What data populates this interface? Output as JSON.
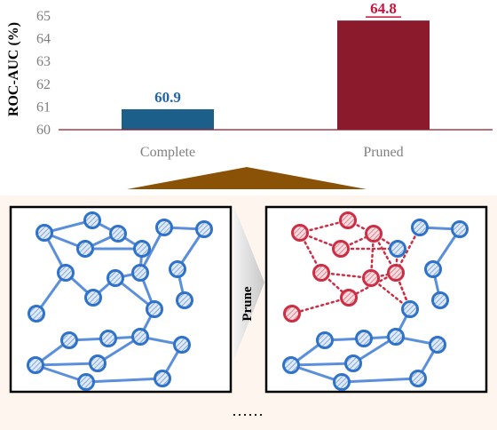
{
  "chart_data": {
    "type": "bar",
    "categories": [
      "Complete",
      "Pruned"
    ],
    "values": [
      60.9,
      64.8
    ],
    "value_labels": [
      "60.9",
      "64.8"
    ],
    "bar_colors": [
      "#1c5f8a",
      "#8b1a2c"
    ],
    "label_colors": [
      "#2465a3",
      "#c8143b"
    ],
    "ylabel": "ROC-AUC (%)",
    "ylim": [
      60,
      65
    ],
    "yticks": [
      "60",
      "61",
      "62",
      "63",
      "64",
      "65"
    ],
    "grid": false
  },
  "diagram": {
    "arrow_label": "Prune",
    "ellipsis": "……"
  },
  "colors": {
    "node_blue": "#2f72c9",
    "node_red": "#cc2f45",
    "trapezoid": "#8a5206",
    "background_lower": "#fdf5ee"
  }
}
